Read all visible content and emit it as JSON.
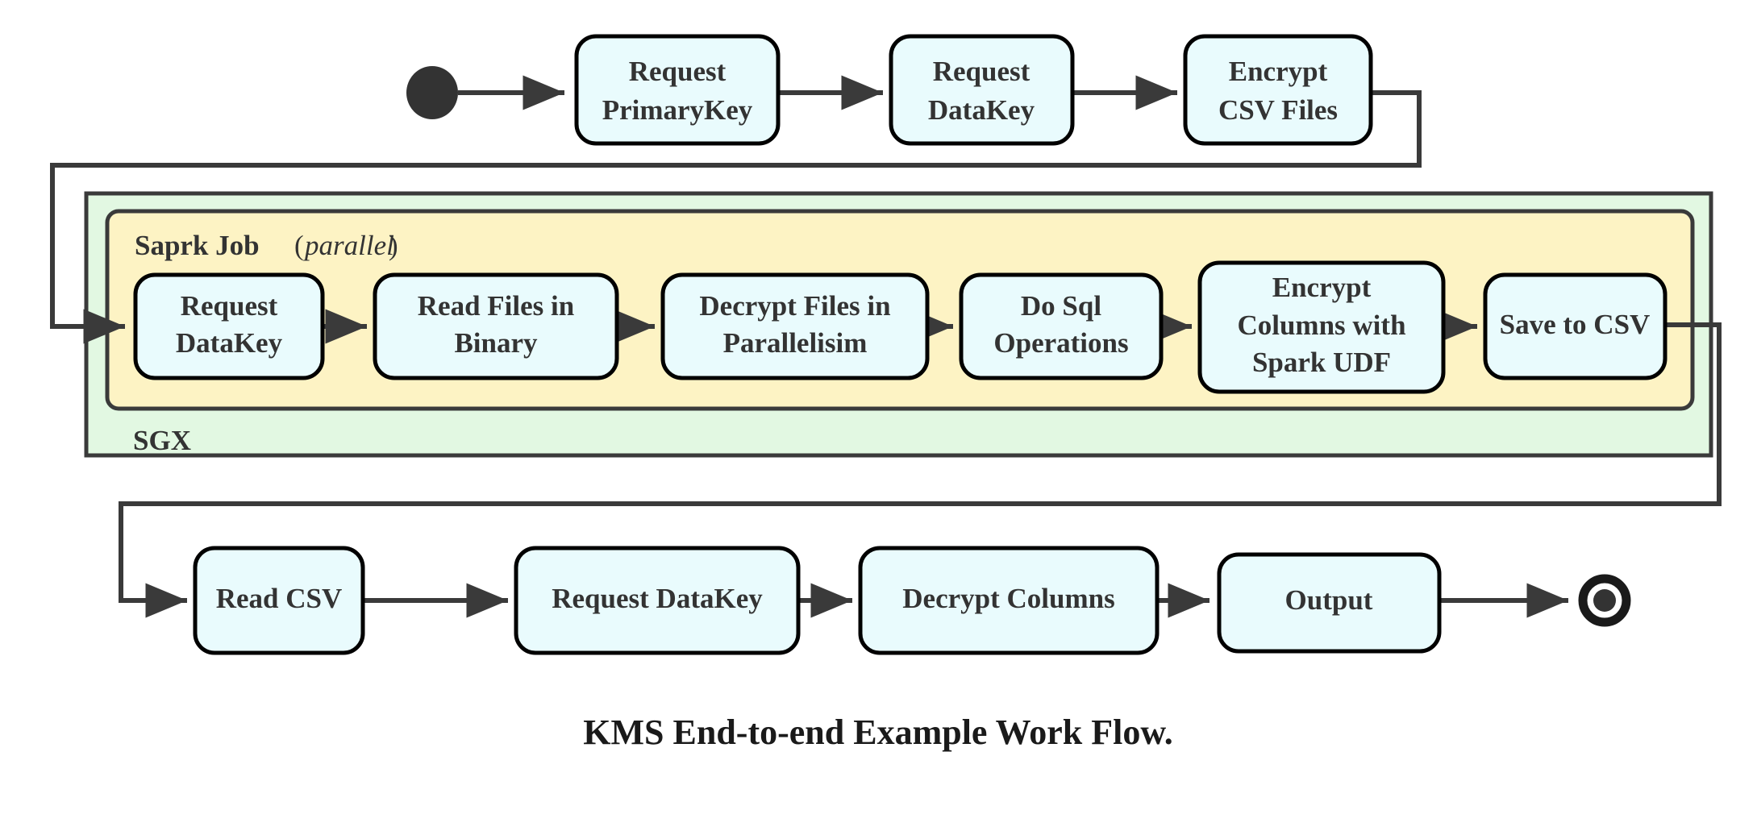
{
  "caption": "KMS End-to-end Example Work Flow.",
  "colors": {
    "node_fill": "#e9fbfd",
    "node_stroke": "#000000",
    "sgx_fill": "#e2f8e2",
    "spark_fill": "#fdf3c4",
    "group_stroke": "#3a3a3a",
    "edge": "#3a3a3a",
    "text": "#333333",
    "background": "#ffffff"
  },
  "groups": {
    "sgx": {
      "label": "SGX"
    },
    "spark": {
      "label_bold": "Saprk Job",
      "label_paren_open": "(",
      "label_italic": "parallel",
      "label_paren_close": ")"
    }
  },
  "nodes": {
    "start": {
      "name": "start-node"
    },
    "end": {
      "name": "end-node"
    },
    "top_row": [
      {
        "id": "request-primarykey",
        "lines": [
          "Request",
          "PrimaryKey"
        ]
      },
      {
        "id": "request-datakey-top",
        "lines": [
          "Request",
          "DataKey"
        ]
      },
      {
        "id": "encrypt-csv-files",
        "lines": [
          "Encrypt",
          "CSV Files"
        ]
      }
    ],
    "spark_row": [
      {
        "id": "request-datakey-spark",
        "lines": [
          "Request",
          "DataKey"
        ]
      },
      {
        "id": "read-files-in-binary",
        "lines": [
          "Read Files in",
          "Binary"
        ]
      },
      {
        "id": "decrypt-files-in-parallelisim",
        "lines": [
          "Decrypt Files in",
          "Parallelisim"
        ]
      },
      {
        "id": "do-sql-operations",
        "lines": [
          "Do Sql",
          "Operations"
        ]
      },
      {
        "id": "encrypt-columns-with-spark-udf",
        "lines": [
          "Encrypt",
          "Columns with",
          "Spark UDF"
        ]
      },
      {
        "id": "save-to-csv",
        "lines": [
          "Save to CSV"
        ]
      }
    ],
    "bottom_row": [
      {
        "id": "read-csv",
        "lines": [
          "Read CSV"
        ]
      },
      {
        "id": "request-datakey-bottom",
        "lines": [
          "Request DataKey"
        ]
      },
      {
        "id": "decrypt-columns",
        "lines": [
          "Decrypt Columns"
        ]
      },
      {
        "id": "output",
        "lines": [
          "Output"
        ]
      }
    ]
  },
  "chart_data": {
    "type": "diagram",
    "title": "KMS End-to-end Example Work Flow.",
    "flow": [
      "start",
      "Request PrimaryKey",
      "Request DataKey",
      "Encrypt CSV Files",
      "Request DataKey",
      "Read Files in Binary",
      "Decrypt Files in Parallelisim",
      "Do Sql Operations",
      "Encrypt Columns with Spark UDF",
      "Save to CSV",
      "Read CSV",
      "Request DataKey",
      "Decrypt Columns",
      "Output",
      "end"
    ],
    "containers": [
      {
        "name": "SGX",
        "contains": [
          "Saprk Job (parallel)"
        ]
      },
      {
        "name": "Saprk Job (parallel)",
        "contains": [
          "Request DataKey",
          "Read Files in Binary",
          "Decrypt Files in Parallelisim",
          "Do Sql Operations",
          "Encrypt Columns with Spark UDF",
          "Save to CSV"
        ]
      }
    ]
  }
}
